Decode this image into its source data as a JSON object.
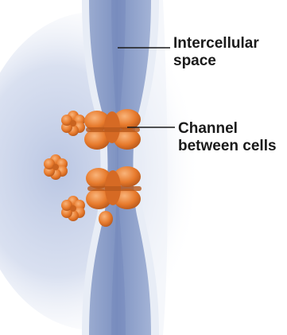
{
  "labels": {
    "intercellular_space": [
      "Intercellular",
      "space"
    ],
    "channel_between_cells": [
      "Channel",
      "between cells"
    ]
  },
  "colors": {
    "membrane_fill": "#aab8d6",
    "membrane_edge": "#e6ebf5",
    "cytoplasm": "#c7d1e8",
    "protein": "#ea7a2e",
    "protein_light": "#f6a464",
    "protein_dark": "#a54a14",
    "leader_line": "#1a1a1a"
  }
}
